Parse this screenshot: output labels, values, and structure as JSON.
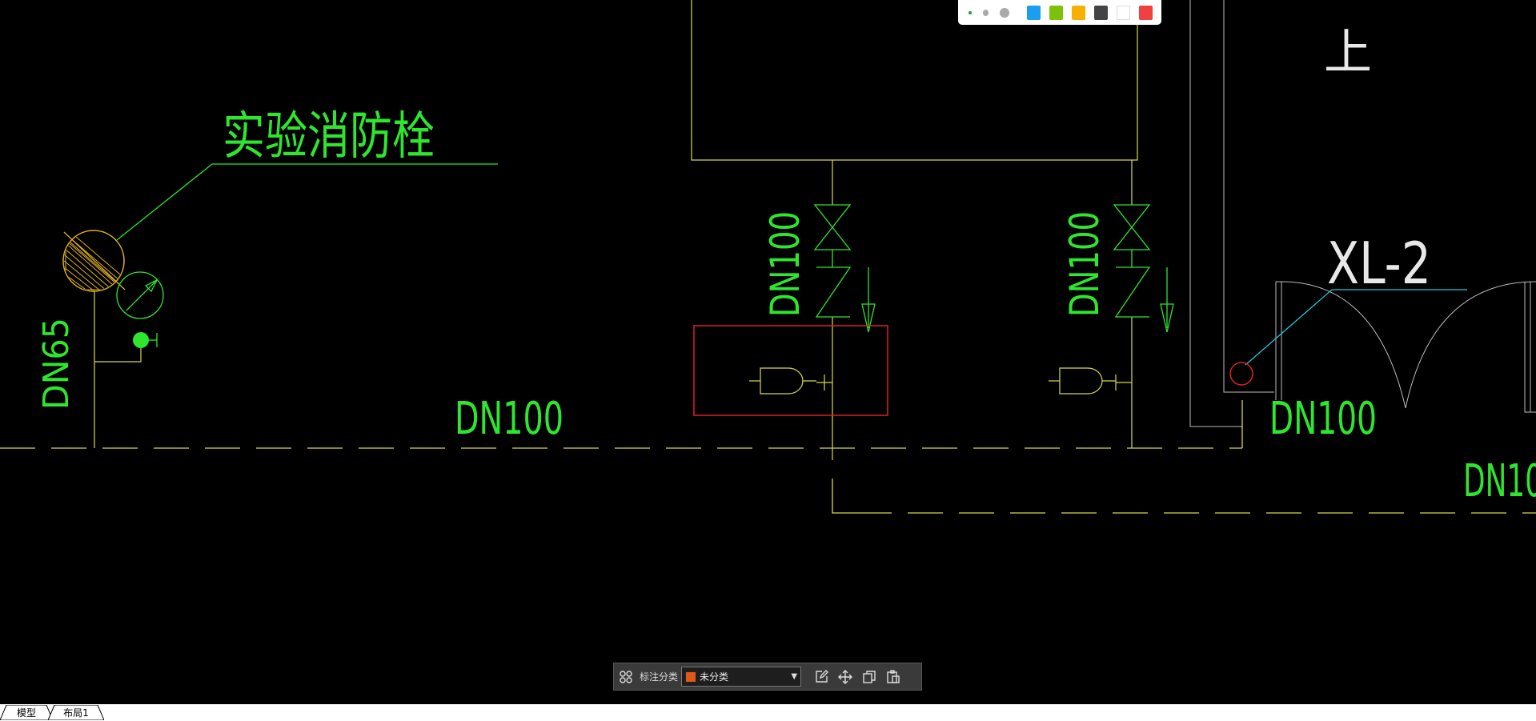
{
  "drawing": {
    "hydrant_title": "实验消防栓",
    "pipe_label_dn65": "DN65",
    "pipe_label_dn100_main": "DN100",
    "pipe_label_dn100_riser_left": "DN100",
    "pipe_label_dn100_riser_right": "DN100",
    "pipe_label_dn100_right": "DN100",
    "pipe_label_dn100_partial": "DN10",
    "riser_tag": "XL-2",
    "up_label": "上"
  },
  "palette": {
    "dots": [
      "small",
      "medium",
      "large"
    ],
    "swatches": [
      "#1a9ff0",
      "#7cc20a",
      "#f7b000",
      "#444444",
      "#ffffff",
      "#f04040"
    ]
  },
  "annotation_toolbar": {
    "category_label": "标注分类",
    "category_value": "未分类",
    "category_color": "#e0581a",
    "icons": [
      "grid-icon",
      "edit-icon",
      "move-icon",
      "copy-icon",
      "paste-icon"
    ]
  },
  "tabs": [
    {
      "label": "模型",
      "active": true
    },
    {
      "label": "布局1",
      "active": false
    }
  ]
}
